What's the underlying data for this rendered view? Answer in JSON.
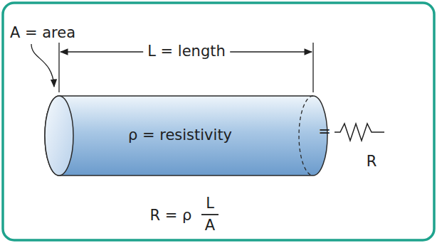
{
  "diagram": {
    "nodes": [
      {
        "text": [
          "ρ = resistivity"
        ]
      }
    ],
    "labels": [
      "A = area",
      "L = length",
      "=",
      "R",
      "R = ρ",
      "L",
      "A"
    ]
  }
}
